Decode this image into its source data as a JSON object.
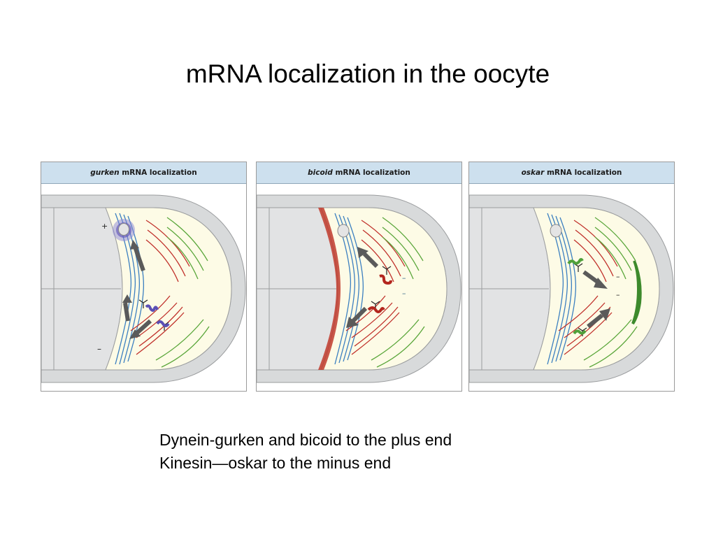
{
  "title": "mRNA localization in the oocyte",
  "panels": [
    {
      "gene": "gurken",
      "suffix": " mRNA localization"
    },
    {
      "gene": "bicoid",
      "suffix": " mRNA localization"
    },
    {
      "gene": "oskar",
      "suffix": " mRNA localization"
    }
  ],
  "polarity": {
    "plus": "+",
    "minus": "–"
  },
  "caption": [
    "Dynein-gurken and bicoid to the plus end",
    "Kinesin—oskar to the minus end"
  ],
  "colors": {
    "header_bg": "#cde0ee",
    "shell": "#d8dadb",
    "oocyte": "#fdfbe6",
    "microtubule_blue": "#3b7fc0",
    "microtubule_red": "#c0302a",
    "microtubule_green": "#5aa63a",
    "gurken": "#5a4fb5",
    "bicoid": "#b3261e",
    "oskar": "#4fa03a",
    "arrow": "#5a5a5a"
  }
}
